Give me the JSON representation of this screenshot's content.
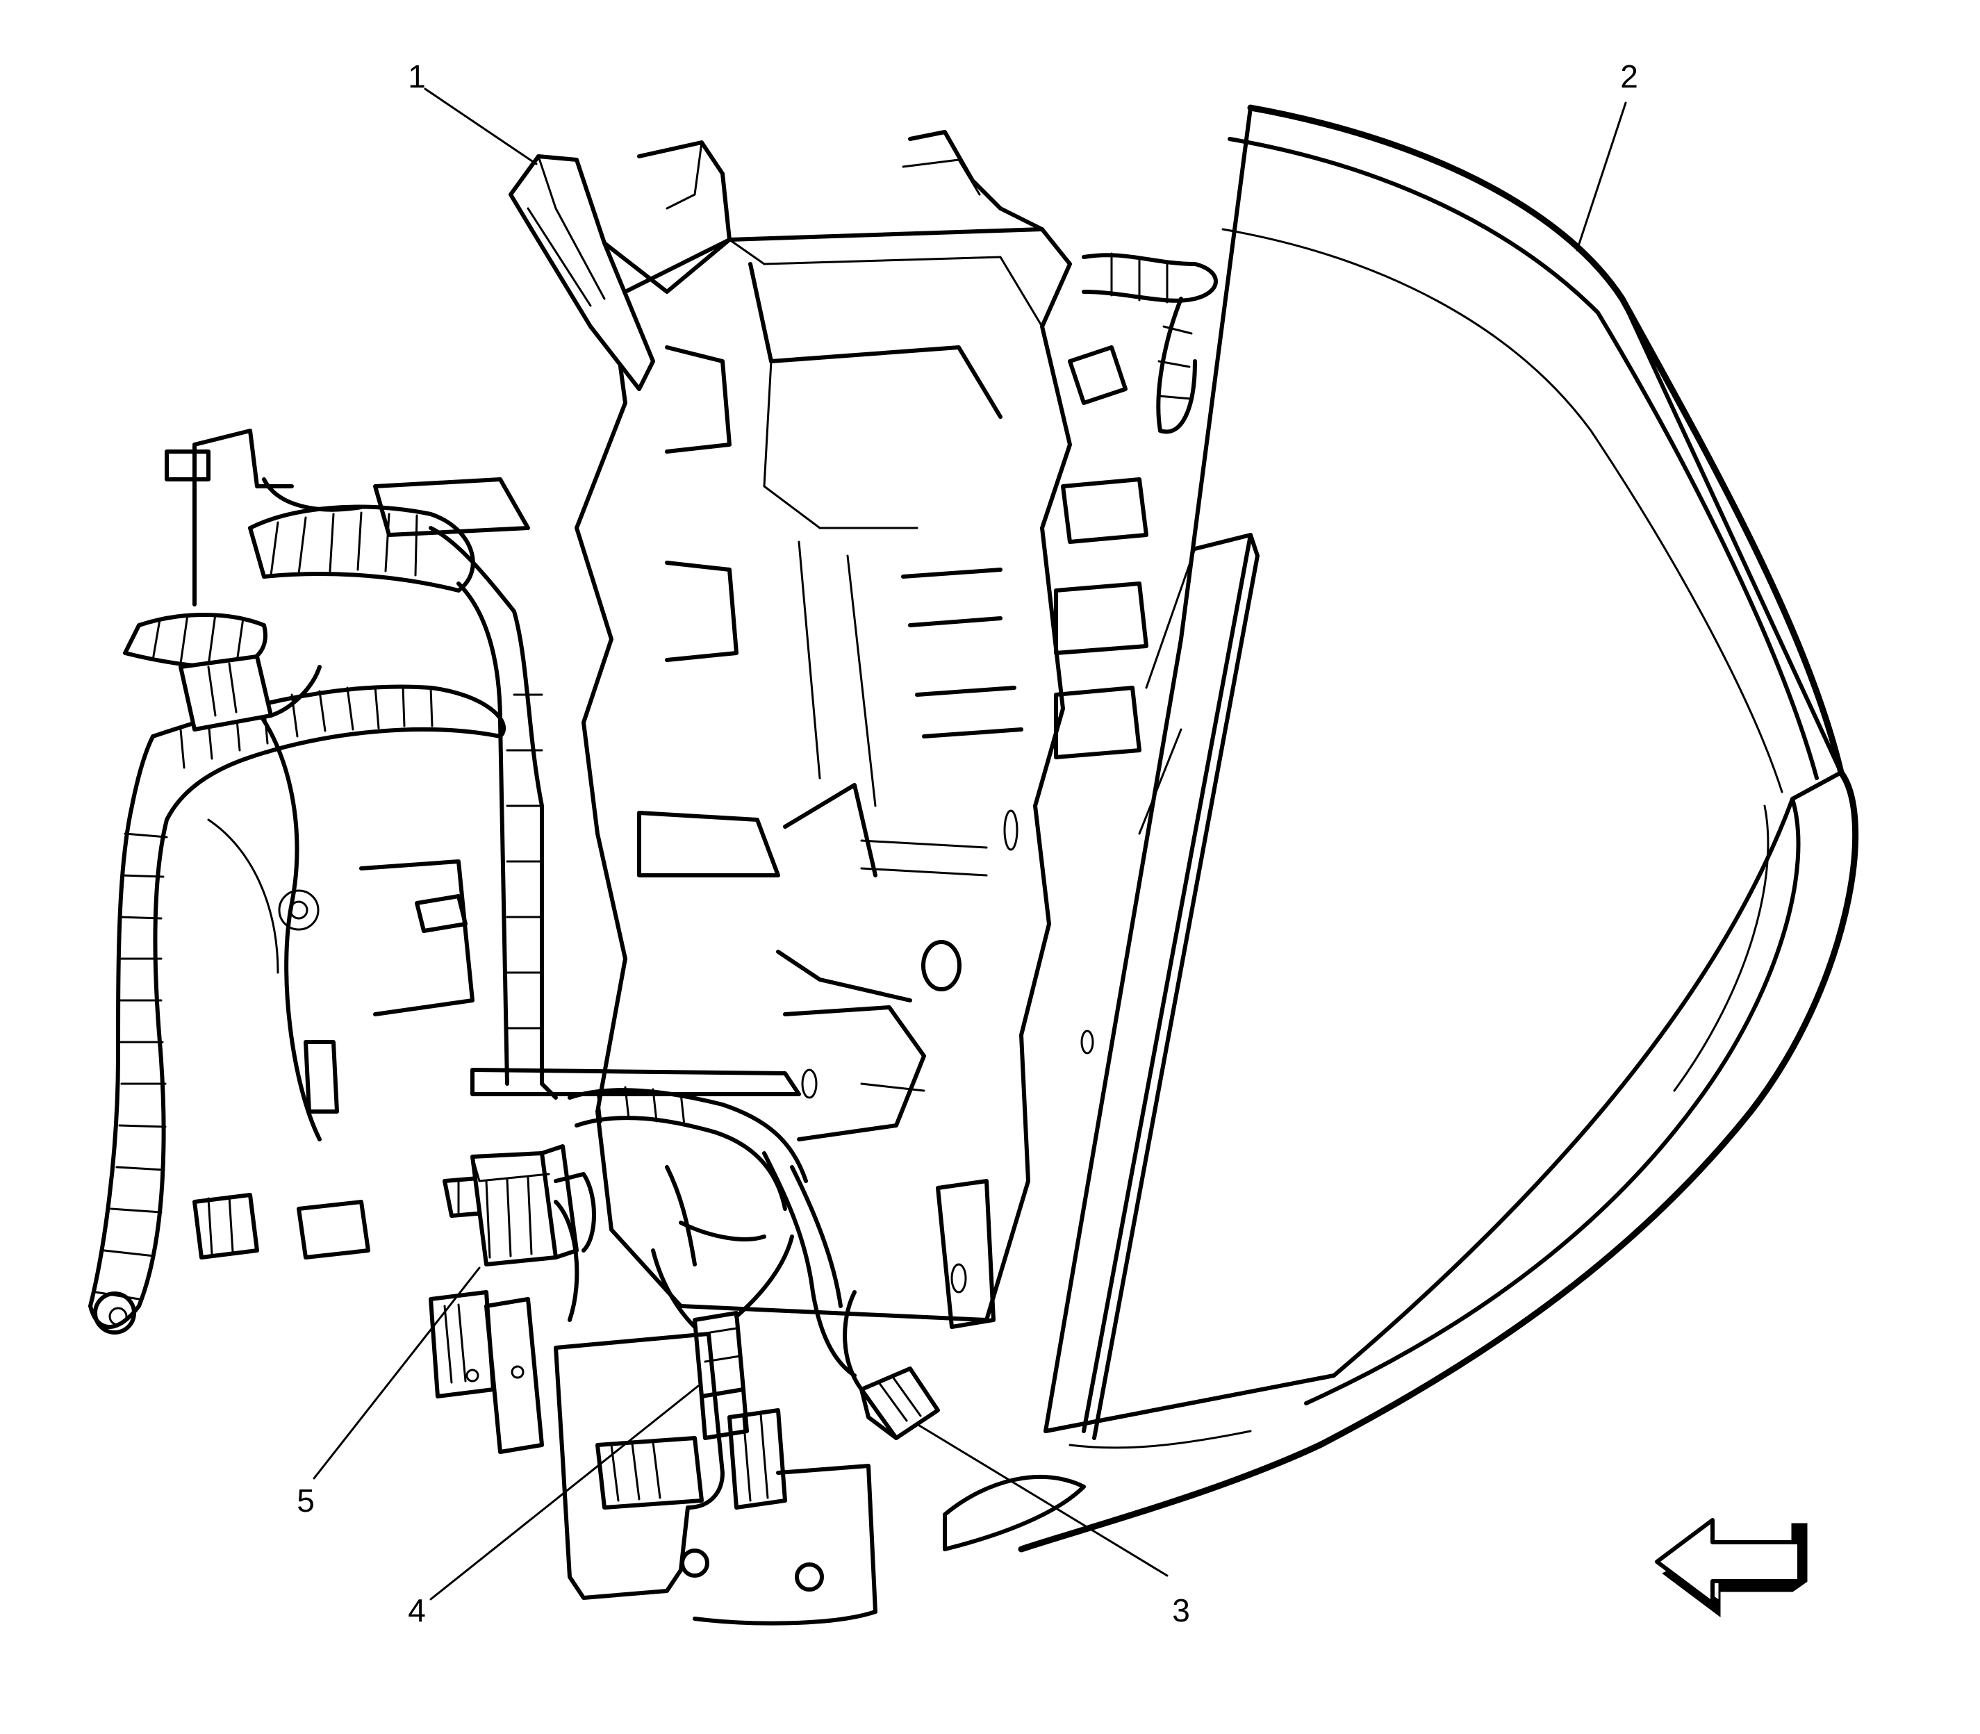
{
  "figure": {
    "callouts": [
      {
        "id": "1",
        "text": "1"
      },
      {
        "id": "2",
        "text": "2"
      },
      {
        "id": "3",
        "text": "3"
      },
      {
        "id": "4",
        "text": "4"
      },
      {
        "id": "5",
        "text": "5"
      }
    ],
    "direction_arrow": "left-arrow-icon",
    "colors": {
      "line": "#000000",
      "background": "#ffffff"
    }
  }
}
